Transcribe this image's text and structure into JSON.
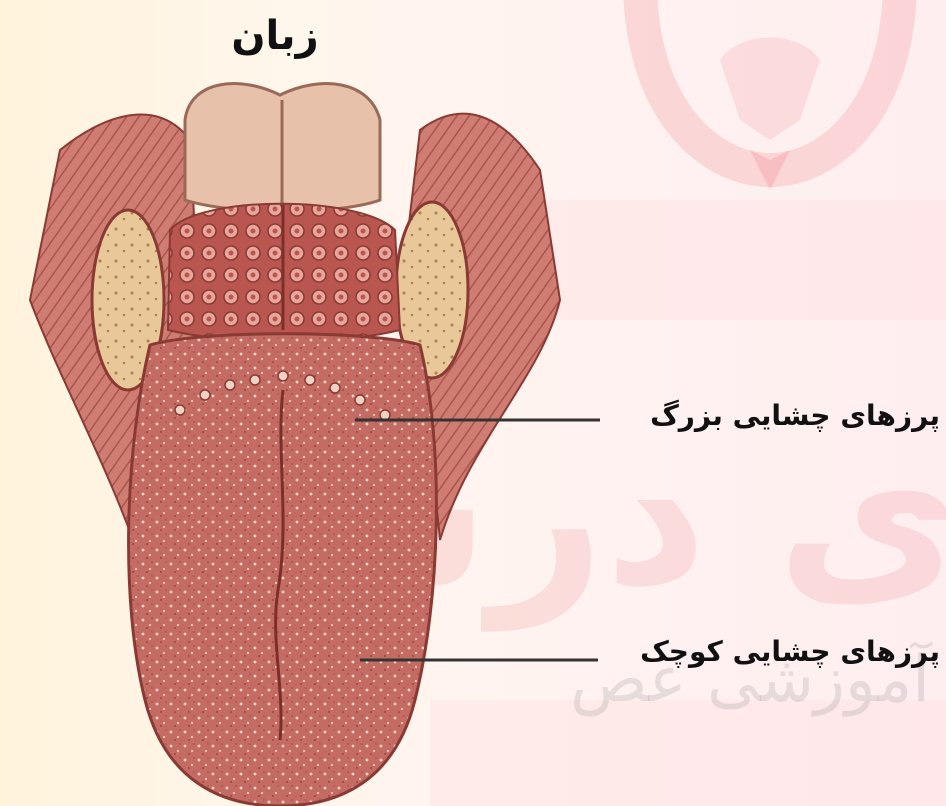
{
  "title": "زبان",
  "labels": {
    "large_papillae": "پرزهای چشایی بزرگ",
    "small_papillae": "پرزهای چشایی کوچک"
  },
  "watermark": {
    "main_text": "ی درس",
    "sub_text": "آموزشی عص"
  },
  "colors": {
    "background": "#fff4e8",
    "watermark": "#e8323c",
    "tongue_body": "#c86a62",
    "papillae": "#f1d3c4"
  }
}
